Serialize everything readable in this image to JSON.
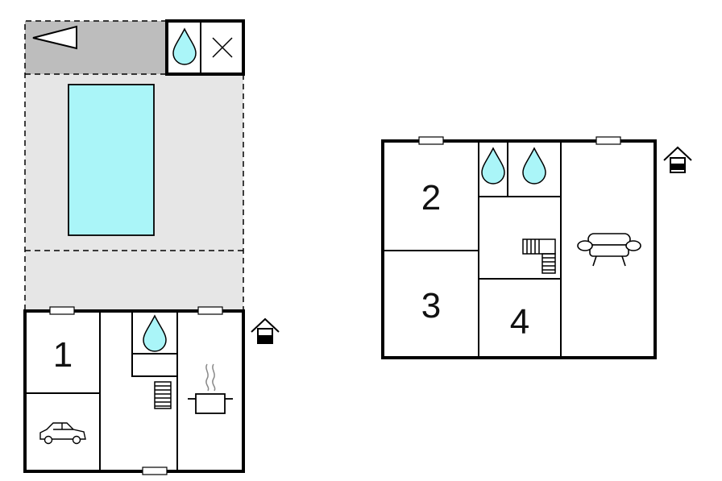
{
  "colors": {
    "background": "#ffffff",
    "wall": "#000000",
    "terrace": "#e6e6e6",
    "terrace_dark": "#bdbdbd",
    "pool": "#aaf5f8",
    "water": "#aaf5f8"
  },
  "rooms": {
    "r1": "1",
    "r2": "2",
    "r3": "3",
    "r4": "4"
  },
  "icons": {
    "entrance": "house-entrance-icon",
    "bathroom": "water-drop-icon",
    "toilet": "cross-icon",
    "kitchen": "cooking-pot-icon",
    "garage": "car-icon",
    "living": "sofa-icon",
    "stairs": "stairs-icon",
    "direction": "triangle-pointer-icon"
  }
}
